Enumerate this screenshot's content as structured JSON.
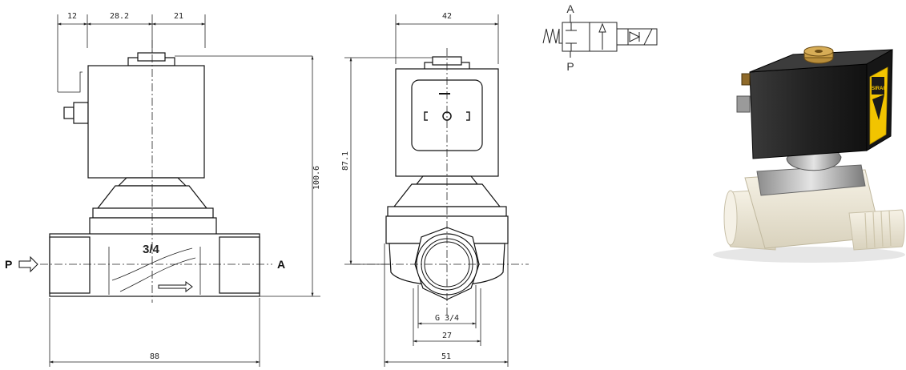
{
  "front_view": {
    "dims": {
      "d12": "12",
      "d28_2": "28.2",
      "d21": "21",
      "d100_6": "100.6",
      "d88": "88",
      "size": "3/4"
    },
    "ports": {
      "inlet": "P",
      "outlet": "A"
    }
  },
  "side_view": {
    "dims": {
      "d42": "42",
      "d87_1": "87.1",
      "thread": "G 3/4",
      "d27": "27",
      "d51": "51"
    }
  },
  "symbol": {
    "port_top": "A",
    "port_bottom": "P"
  },
  "photo": {
    "brand_text": "SIRAI",
    "colors": {
      "coil": "#1f1f1f",
      "label": "#f2c400",
      "body": "#efeadb"
    }
  }
}
